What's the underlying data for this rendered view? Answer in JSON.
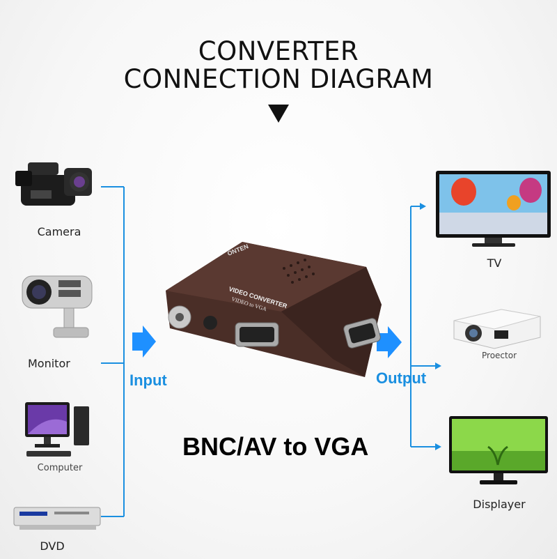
{
  "title": {
    "line1": "CONVERTER",
    "line2": "CONNECTION DIAGRAM"
  },
  "inputs": [
    {
      "label": "Camera"
    },
    {
      "label": "Monitor"
    },
    {
      "label": "Computer"
    },
    {
      "label": "DVD"
    }
  ],
  "outputs": [
    {
      "label": "TV"
    },
    {
      "label": "Proector"
    },
    {
      "label": "Displayer"
    }
  ],
  "flow": {
    "input": "Input",
    "output": "Output"
  },
  "converter": {
    "brand": "ONTEN",
    "line1": "VIDEO CONVERTER",
    "line2": "VIDEO to VGA"
  },
  "caption": "BNC/AV to VGA",
  "colors": {
    "wire": "#1a8fe0",
    "arrow": "#1e90ff",
    "device_body": "#4a2e27"
  }
}
